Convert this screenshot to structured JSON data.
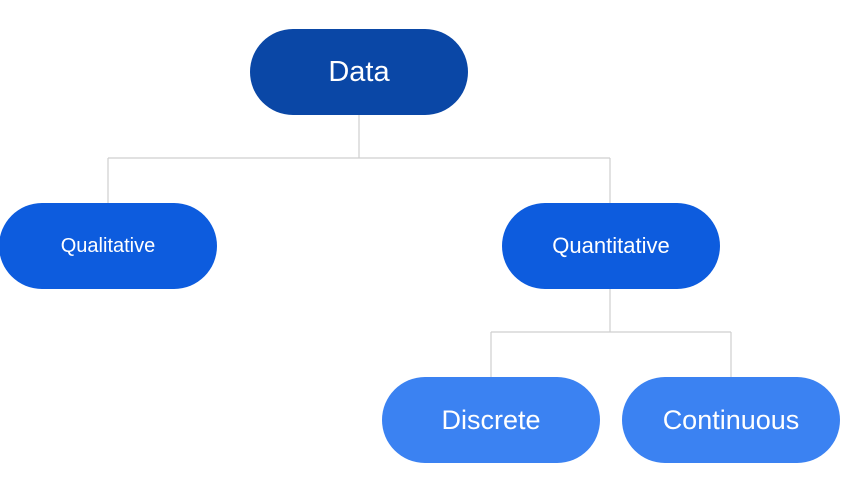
{
  "diagram": {
    "nodes": {
      "data": {
        "label": "Data",
        "color": "#0a47a6"
      },
      "qualitative": {
        "label": "Qualitative",
        "color": "#0d5cde"
      },
      "quantitative": {
        "label": "Quantitative",
        "color": "#0d5cde"
      },
      "discrete": {
        "label": "Discrete",
        "color": "#3b82f2"
      },
      "continuous": {
        "label": "Continuous",
        "color": "#3b82f2"
      }
    },
    "edges": [
      {
        "from": "Data",
        "to": "Qualitative"
      },
      {
        "from": "Data",
        "to": "Quantitative"
      },
      {
        "from": "Quantitative",
        "to": "Discrete"
      },
      {
        "from": "Quantitative",
        "to": "Continuous"
      }
    ],
    "connector_color": "#cfcfcf"
  }
}
